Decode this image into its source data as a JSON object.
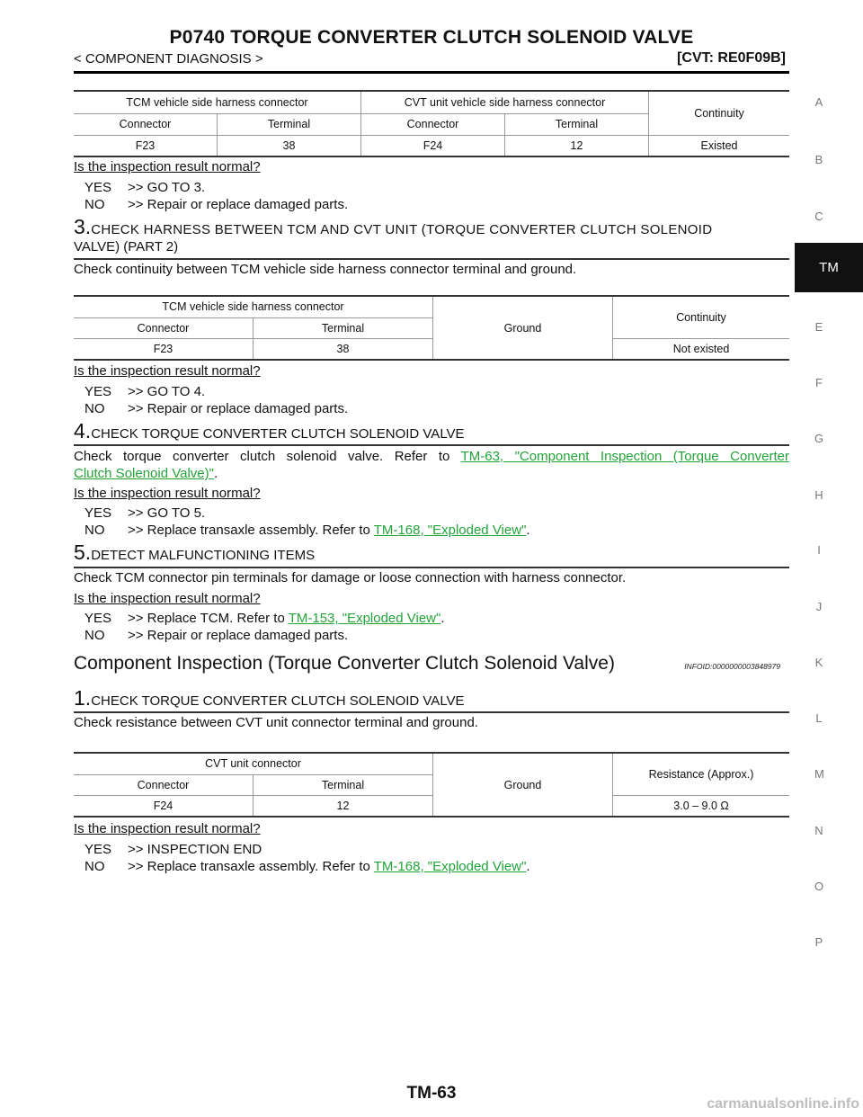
{
  "header": {
    "title": "P0740 TORQUE CONVERTER CLUTCH SOLENOID VALVE",
    "section": "< COMPONENT DIAGNOSIS >",
    "model": "[CVT: RE0F09B]"
  },
  "sidebar": {
    "letters": [
      "A",
      "B",
      "C",
      "E",
      "F",
      "G",
      "H",
      "I",
      "J",
      "K",
      "L",
      "M",
      "N",
      "O",
      "P"
    ],
    "active": "TM"
  },
  "table1": {
    "h_tcm": "TCM vehicle side harness connector",
    "h_cvt": "CVT unit vehicle side harness connector",
    "h_cont": "Continuity",
    "c1": "Connector",
    "c2": "Terminal",
    "c3": "Connector",
    "c4": "Terminal",
    "r1": [
      "F23",
      "38",
      "F24",
      "12",
      "Existed"
    ]
  },
  "q1": "Is the inspection result normal?",
  "a1": {
    "yes_k": "YES",
    "yes_v": ">> GO TO 3.",
    "no_k": "NO",
    "no_v": ">> Repair or replace damaged parts."
  },
  "step3": {
    "num": "3.",
    "title_l1": "CHECK HARNESS BETWEEN TCM AND CVT UNIT (TORQUE CONVERTER CLUTCH SOLENOID",
    "title_l2": "VALVE) (PART 2)",
    "body": "Check continuity between TCM vehicle side harness connector terminal and ground."
  },
  "table2": {
    "h_tcm": "TCM vehicle side harness connector",
    "h_ground": "Ground",
    "h_cont": "Continuity",
    "c1": "Connector",
    "c2": "Terminal",
    "r1": [
      "F23",
      "38",
      "Not existed"
    ]
  },
  "q2": "Is the inspection result normal?",
  "a2": {
    "yes_k": "YES",
    "yes_v": ">> GO TO 4.",
    "no_k": "NO",
    "no_v": ">> Repair or replace damaged parts."
  },
  "step4": {
    "num": "4.",
    "title": "CHECK TORQUE CONVERTER CLUTCH SOLENOID VALVE",
    "body_pre": "Check torque converter clutch solenoid valve. Refer to",
    "link_l1": "TM-63, \"Component Inspection (Torque Converter",
    "link_l2": "Clutch Solenoid Valve)\"",
    "body_post": "."
  },
  "q3": "Is the inspection result normal?",
  "a3": {
    "yes_k": "YES",
    "yes_v": ">> GO TO 5.",
    "no_k": "NO",
    "no_v_pre": ">> Replace transaxle assembly. Refer to",
    "no_link": "TM-168, \"Exploded View\"",
    "no_post": "."
  },
  "step5": {
    "num": "5.",
    "title": "DETECT MALFUNCTIONING ITEMS",
    "body": "Check TCM connector pin terminals for damage or loose connection with harness connector."
  },
  "q4": "Is the inspection result normal?",
  "a4": {
    "yes_k": "YES",
    "yes_v_pre": ">> Replace TCM. Refer to",
    "yes_link": "TM-153, \"Exploded View\"",
    "yes_post": ".",
    "no_k": "NO",
    "no_v": ">> Repair or replace damaged parts."
  },
  "component": {
    "title": "Component Inspection (Torque Converter Clutch Solenoid Valve)",
    "infoid": "INFOID:0000000003848979"
  },
  "step1": {
    "num": "1.",
    "title": "CHECK TORQUE CONVERTER CLUTCH SOLENOID VALVE",
    "body": "Check resistance between CVT unit connector terminal and ground."
  },
  "table3": {
    "h_cvt": "CVT unit connector",
    "h_ground": "Ground",
    "h_res": "Resistance (Approx.)",
    "c1": "Connector",
    "c2": "Terminal",
    "r1": [
      "F24",
      "12",
      "3.0 – 9.0 Ω"
    ]
  },
  "q5": "Is the inspection result normal?",
  "a5": {
    "yes_k": "YES",
    "yes_v": ">> INSPECTION END",
    "no_k": "NO",
    "no_v_pre": ">> Replace transaxle assembly. Refer to",
    "no_link": "TM-168, \"Exploded View\"",
    "no_post": "."
  },
  "footer": {
    "page": "TM-63",
    "watermark": "carmanualsonline.info"
  }
}
